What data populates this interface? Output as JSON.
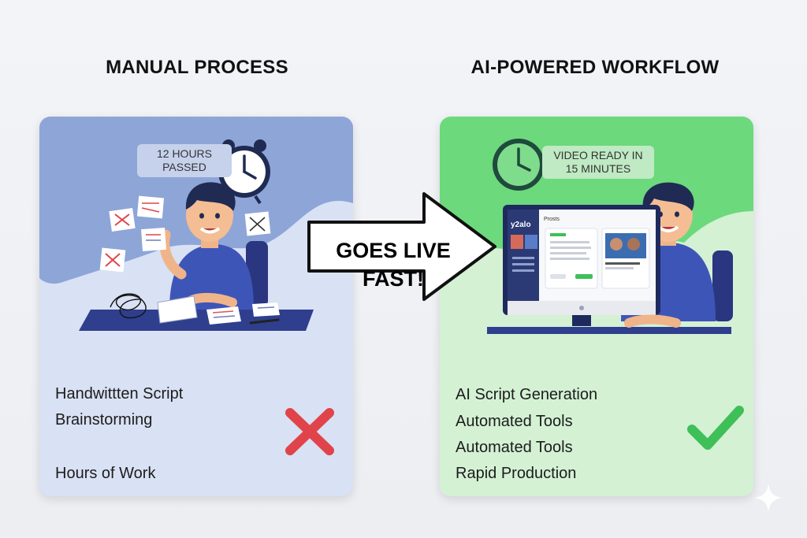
{
  "headings": {
    "left": "MANUAL PROCESS",
    "right": "AI-POWERED WORKFLOW"
  },
  "left_panel": {
    "badge_line1": "12 HOURS",
    "badge_line2": "PASSED",
    "items": [
      "Handwittten Script",
      "Brainstorming",
      "Hours of Work"
    ],
    "status_icon": "red-x-icon"
  },
  "right_panel": {
    "badge_line1": "VIDEO READY IN",
    "badge_line2": "15 MINUTES",
    "screen_logo": "y2alo",
    "screen_tab": "Prosts",
    "items": [
      "AI Script Generation",
      "Automated Tools",
      "Automated Tools",
      "Rapid Production"
    ],
    "status_icon": "green-check-icon"
  },
  "arrow": {
    "line1": "GOES LIVE",
    "line2": "FAST!"
  },
  "colors": {
    "left_panel": "#d9e1f4",
    "left_top": "#8ea5d8",
    "right_panel": "#d4f1d4",
    "right_top": "#6cd97c",
    "red_x": "#e0444a",
    "green_check": "#3fbf57"
  }
}
